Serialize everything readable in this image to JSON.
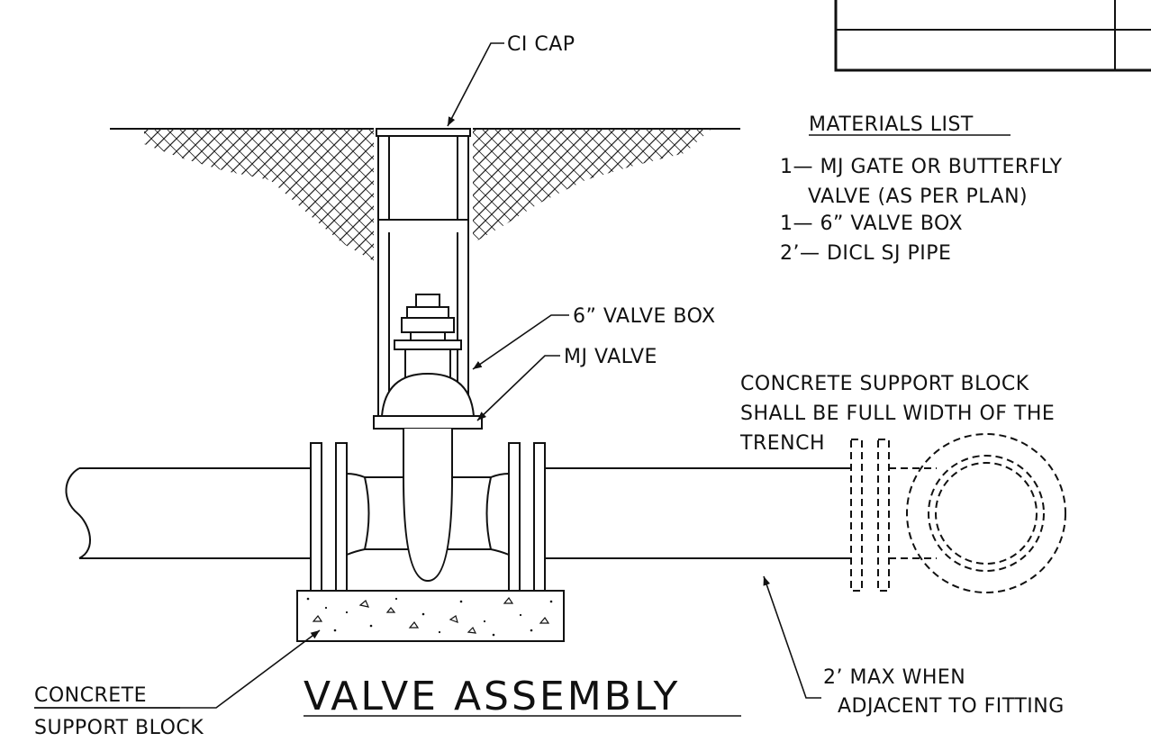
{
  "title": "VALVE ASSEMBLY",
  "callouts": {
    "ci_cap": "CI CAP",
    "valve_box": "6” VALVE BOX",
    "mj_valve": "MJ VALVE",
    "support_block_line1": "CONCRETE SUPPORT BLOCK",
    "support_block_line2": "SHALL BE FULL WIDTH OF THE",
    "support_block_line3": "TRENCH",
    "max_line1": "2’ MAX WHEN",
    "max_line2": "ADJACENT TO FITTING",
    "concrete_line1": "CONCRETE",
    "concrete_line2": "SUPPORT BLOCK"
  },
  "materials": {
    "heading": "MATERIALS LIST",
    "items": [
      "1— MJ GATE OR BUTTERFLY",
      "VALVE (AS PER PLAN)",
      "1— 6” VALVE BOX",
      "2’— DICL SJ PIPE"
    ]
  }
}
